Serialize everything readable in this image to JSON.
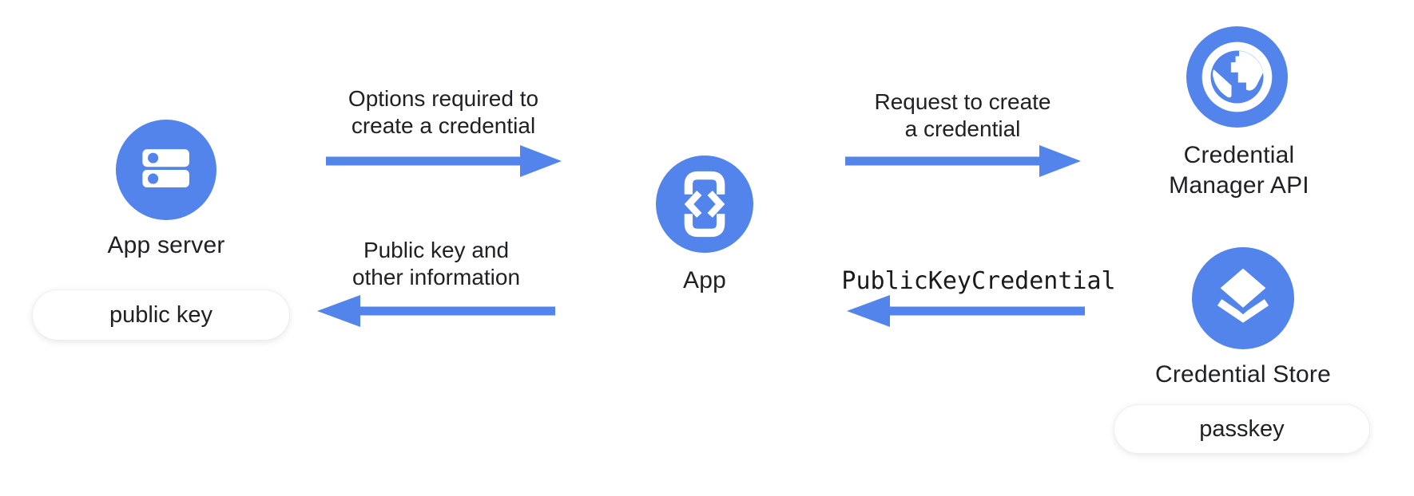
{
  "colors": {
    "blue": "#5384EC",
    "text": "#202124",
    "mono_text": "#1b1b1b",
    "background": "#ffffff",
    "pill_bg": "#ffffff",
    "pill_border": "#efefef"
  },
  "nodes": {
    "app_server": {
      "label": "App server",
      "icon": "server-icon",
      "badge": "public key"
    },
    "app": {
      "label": "App",
      "icon": "phone-code-icon"
    },
    "credential_manager": {
      "label_line1": "Credential",
      "label_line2": "Manager API",
      "icon": "globe-icon"
    },
    "credential_store": {
      "label": "Credential Store",
      "icon": "layers-icon",
      "badge": "passkey"
    }
  },
  "arrows": [
    {
      "direction": "right",
      "from": "App server",
      "to": "App",
      "label_line1": "Options required to",
      "label_line2": "create a credential"
    },
    {
      "direction": "right",
      "from": "App",
      "to": "Credential Manager API",
      "label_line1": "Request to create",
      "label_line2": "a credential"
    },
    {
      "direction": "left",
      "from": "App",
      "to": "App server",
      "label_line1": "Public key and",
      "label_line2": "other information"
    },
    {
      "direction": "left",
      "from": "Credential Manager API",
      "to": "App",
      "label": "PublicKeyCredential",
      "text_style": "monospace"
    }
  ]
}
